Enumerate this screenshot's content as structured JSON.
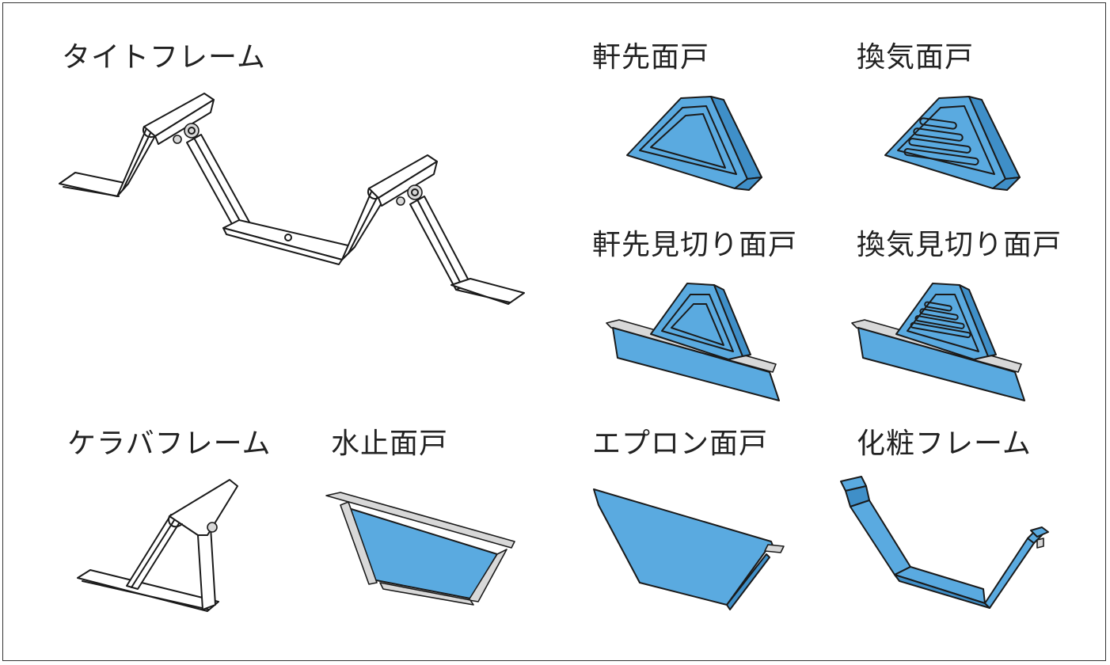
{
  "colors": {
    "part_fill": "#5aaae0",
    "outline": "#1a1a1a",
    "frame": "#333333"
  },
  "items": [
    {
      "key": "tight_frame",
      "label": "タイトフレーム"
    },
    {
      "key": "nokisaki_mendo",
      "label": "軒先面戸"
    },
    {
      "key": "kanki_mendo",
      "label": "換気面戸"
    },
    {
      "key": "nokisaki_mikiri_mendo",
      "label": "軒先見切り面戸"
    },
    {
      "key": "kanki_mikiri_mendo",
      "label": "換気見切り面戸"
    },
    {
      "key": "keraba_frame",
      "label": "ケラバフレーム"
    },
    {
      "key": "mizudome_mendo",
      "label": "水止面戸"
    },
    {
      "key": "apron_mendo",
      "label": "エプロン面戸"
    },
    {
      "key": "kesho_frame",
      "label": "化粧フレーム"
    }
  ]
}
